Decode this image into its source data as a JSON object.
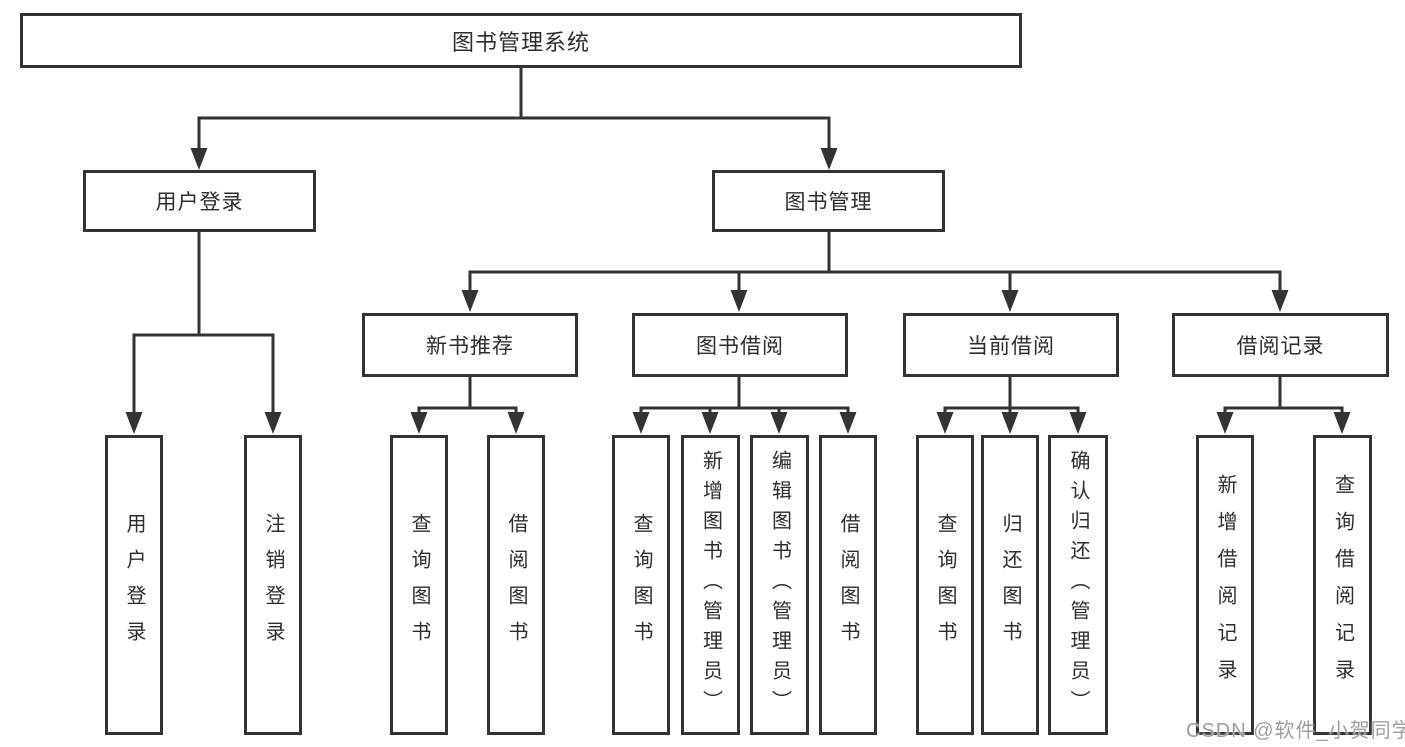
{
  "diagram": {
    "root": {
      "label": "图书管理系统"
    },
    "level2": {
      "user_login": {
        "label": "用户登录"
      },
      "book_mgmt": {
        "label": "图书管理"
      }
    },
    "level3": {
      "new_book_rec": {
        "label": "新书推荐"
      },
      "book_borrow": {
        "label": "图书借阅"
      },
      "current_borrow": {
        "label": "当前借阅"
      },
      "borrow_records": {
        "label": "借阅记录"
      }
    },
    "leaves": {
      "user_login_children": {
        "login": {
          "label": "用户登录"
        },
        "logout": {
          "label": "注销登录"
        }
      },
      "new_book_rec_children": {
        "query_books": {
          "label": "查询图书"
        },
        "borrow_books": {
          "label": "借阅图书"
        }
      },
      "book_borrow_children": {
        "query_books": {
          "label": "查询图书"
        },
        "add_books_admin": {
          "label": "新增图书（管理员）"
        },
        "edit_books_admin": {
          "label": "编辑图书（管理员）"
        },
        "borrow_books": {
          "label": "借阅图书"
        }
      },
      "current_borrow_children": {
        "query_books": {
          "label": "查询图书"
        },
        "return_books": {
          "label": "归还图书"
        },
        "confirm_return_admin": {
          "label": "确认归还（管理员）"
        }
      },
      "borrow_records_children": {
        "add_borrow_record": {
          "label": "新增借阅记录"
        },
        "query_borrow_record": {
          "label": "查询借阅记录"
        }
      }
    },
    "colors": {
      "line": "#333333",
      "text": "#2d2d2d",
      "watermark": "#9e9e9e",
      "background": "#ffffff"
    }
  },
  "watermark": {
    "text": "CSDN @软件_小贺同学"
  }
}
